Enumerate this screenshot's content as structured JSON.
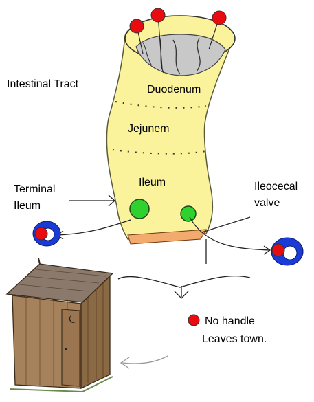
{
  "labels": {
    "intestinal_tract": "Intestinal Tract",
    "duodenum": "Duodenum",
    "jejunum": "Jejunem",
    "ileum": "Ileum",
    "terminal_ileum_line1": "Terminal",
    "terminal_ileum_line2": "Ileum",
    "ileocecal_line1": "Ileocecal",
    "ileocecal_line2": "valve",
    "note_line1": "No handle",
    "note_line2": "Leaves town."
  },
  "colors": {
    "intestine_fill": "#fbf39b",
    "intestine_outline": "#5a5a3a",
    "lumen": "#c8c8c8",
    "red_dot": "#e80b10",
    "green_dot": "#2fd12f",
    "blue_ring": "#1b3bd6",
    "valve_band": "#f2ab6d",
    "outhouse_wood": "#a5825b",
    "outhouse_roof": "#8b7a6b"
  },
  "icons": {
    "marker": "red-dot-icon",
    "receptor": "green-dot-icon",
    "binding_protein": "blue-ring-icon",
    "outhouse": "outhouse-icon"
  }
}
